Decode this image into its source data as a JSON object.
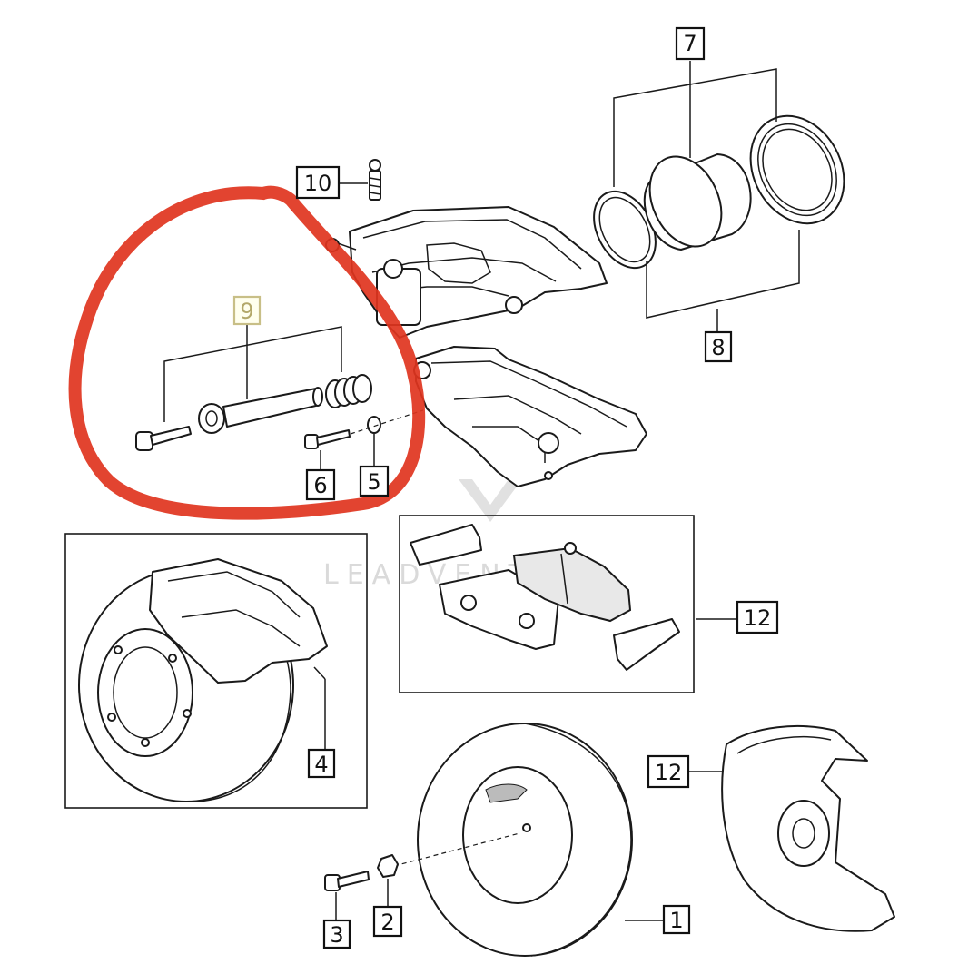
{
  "callouts": {
    "c1": "1",
    "c2": "2",
    "c3": "3",
    "c4": "4",
    "c5": "5",
    "c6": "6",
    "c7": "7",
    "c8": "8",
    "c9": "9",
    "c10": "10",
    "c12a": "12",
    "c12b": "12"
  },
  "watermark": "LEADVENTURE",
  "colors": {
    "highlight_ring": "#e0341e",
    "highlight_label": "#b3a86a",
    "line": "#1a1a1a"
  }
}
